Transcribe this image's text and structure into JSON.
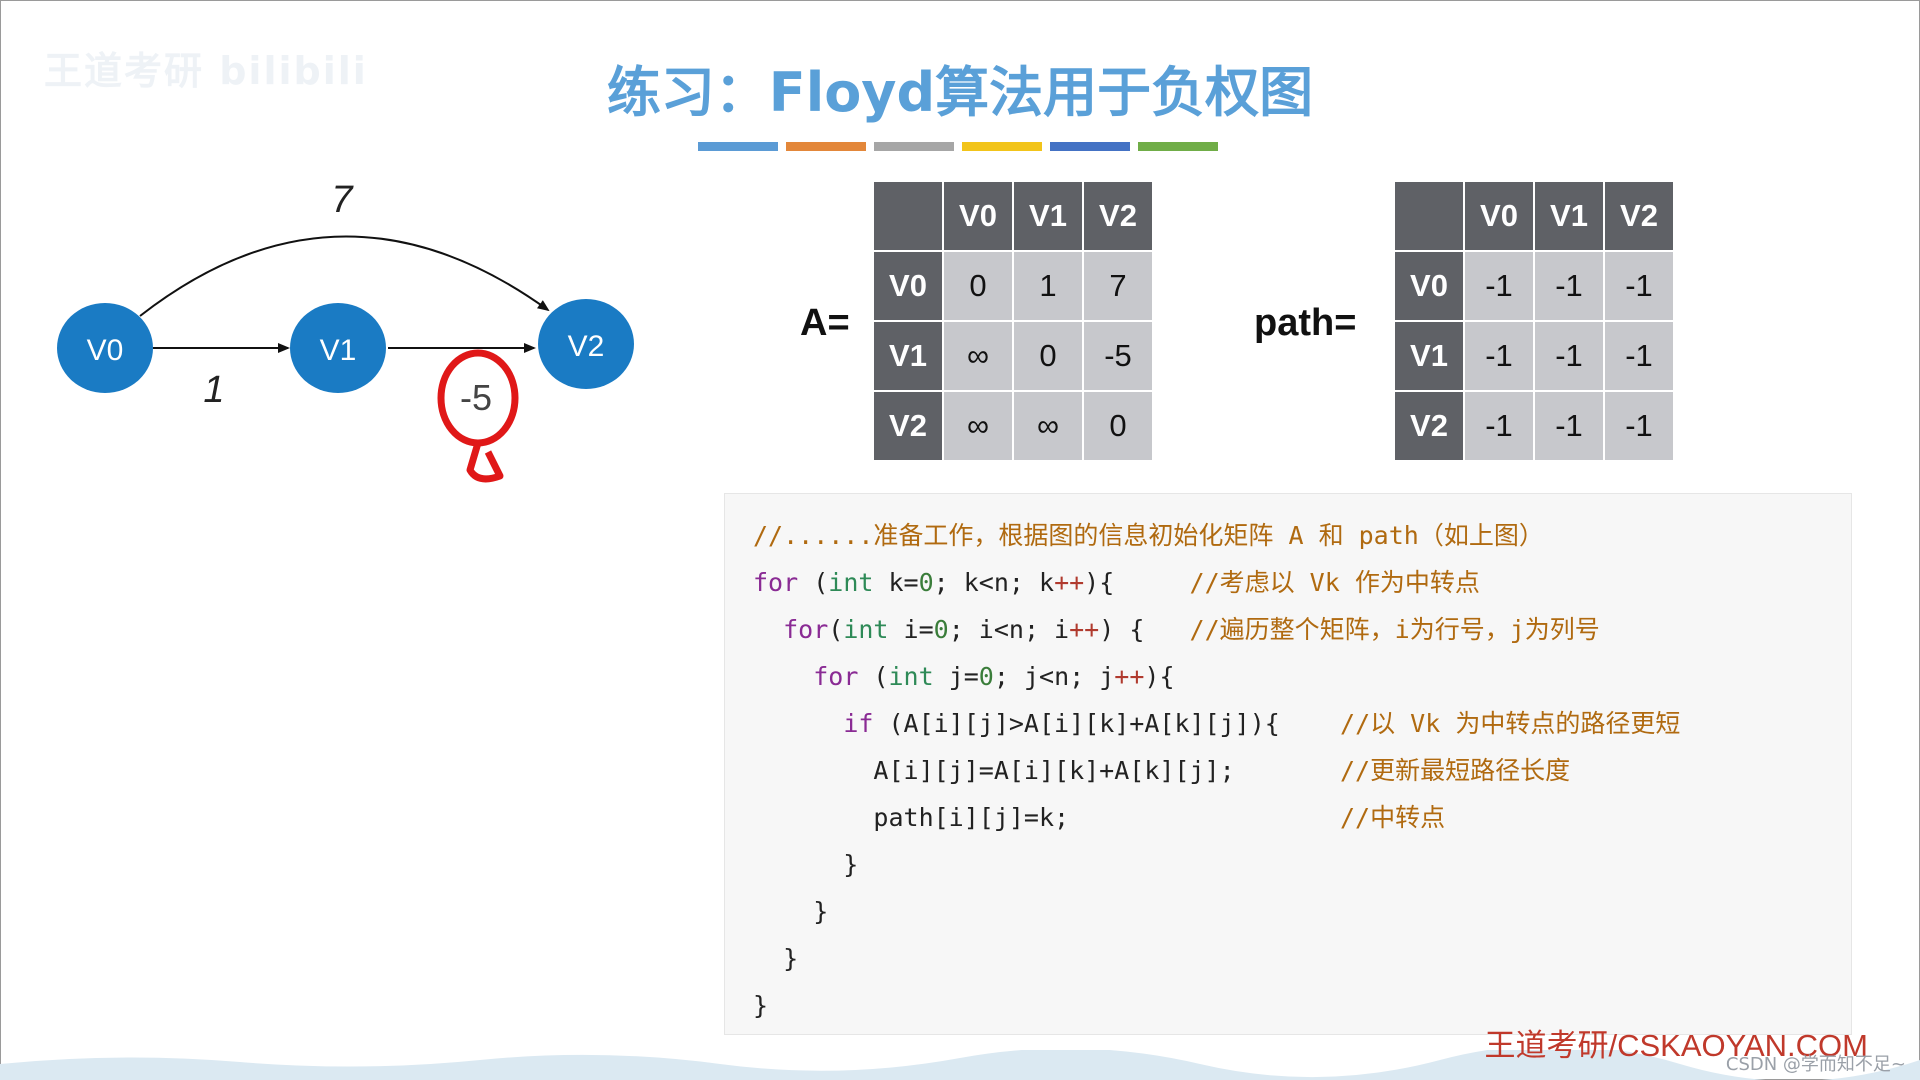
{
  "slide": {
    "watermark": "王道考研 bilibili",
    "title": "练习：Floyd算法用于负权图",
    "bar_colors": [
      "#5b9bd5",
      "#e3873a",
      "#a6a6a6",
      "#f2c41a",
      "#4472c4",
      "#70ad47"
    ]
  },
  "graph": {
    "nodes": [
      {
        "id": "V0",
        "label": "V0"
      },
      {
        "id": "V1",
        "label": "V1"
      },
      {
        "id": "V2",
        "label": "V2"
      }
    ],
    "edges": [
      {
        "from": "V0",
        "to": "V1",
        "weight": "1"
      },
      {
        "from": "V1",
        "to": "V2",
        "weight": "-5"
      },
      {
        "from": "V0",
        "to": "V2",
        "weight": "7"
      }
    ],
    "node_color": "#1a7bc4",
    "annotation_color": "#e01818"
  },
  "matrix_A": {
    "label": "A=",
    "cols": [
      "V0",
      "V1",
      "V2"
    ],
    "rows": [
      {
        "head": "V0",
        "cells": [
          "0",
          "1",
          "7"
        ]
      },
      {
        "head": "V1",
        "cells": [
          "∞",
          "0",
          "-5"
        ]
      },
      {
        "head": "V2",
        "cells": [
          "∞",
          "∞",
          "0"
        ]
      }
    ]
  },
  "matrix_path": {
    "label": "path=",
    "cols": [
      "V0",
      "V1",
      "V2"
    ],
    "rows": [
      {
        "head": "V0",
        "cells": [
          "-1",
          "-1",
          "-1"
        ]
      },
      {
        "head": "V1",
        "cells": [
          "-1",
          "-1",
          "-1"
        ]
      },
      {
        "head": "V2",
        "cells": [
          "-1",
          "-1",
          "-1"
        ]
      }
    ]
  },
  "code": {
    "lines": [
      "//......准备工作，根据图的信息初始化矩阵 A 和 path（如上图）",
      "for (int k=0; k<n; k++){     //考虑以 Vk 作为中转点",
      "  for(int i=0; i<n; i++) {   //遍历整个矩阵，i为行号，j为列号",
      "    for (int j=0; j<n; j++){",
      "      if (A[i][j]>A[i][k]+A[k][j]){    //以 Vk 为中转点的路径更短",
      "        A[i][j]=A[i][k]+A[k][j];       //更新最短路径长度",
      "        path[i][j]=k;                  //中转点",
      "      }",
      "    }",
      "  }",
      "}"
    ]
  },
  "footer": "王道考研/CSKAOYAN.COM",
  "credit": "CSDN @学而知不足~"
}
